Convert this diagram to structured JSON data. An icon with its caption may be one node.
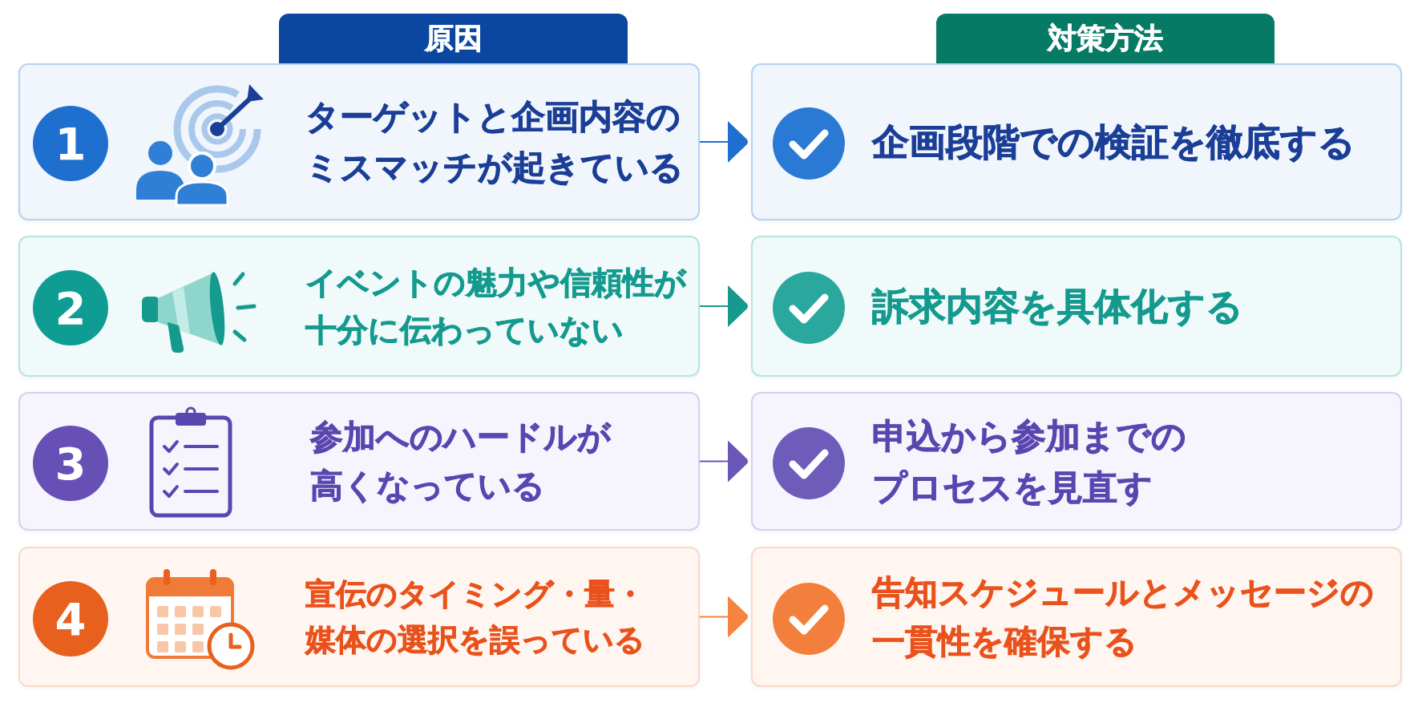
{
  "diagram": {
    "nodes": [
      {
        "text": [
          "原因"
        ]
      },
      {
        "text": [
          "対策方法"
        ]
      },
      {
        "text": [
          "ターゲットと企画内容のミスマッチが起きている"
        ]
      },
      {
        "text": [
          "1"
        ],
        "in": 2
      },
      {
        "text": [
          "企画段階での検証を徹底する"
        ]
      },
      {
        "text": [
          "イベントの魅力や信頼性が十分に伝わっていない"
        ]
      },
      {
        "text": [
          "2"
        ],
        "in": 5
      },
      {
        "text": [
          "訴求内容を具体化する"
        ]
      },
      {
        "text": [
          "参加へのハードルが高くなっている"
        ]
      },
      {
        "text": [
          "3"
        ],
        "in": 8
      },
      {
        "text": [
          "申込から参加までのプロセスを見直す"
        ]
      },
      {
        "text": [
          "宣伝のタイミング・量・媒体の選択を誤っている"
        ]
      },
      {
        "text": [
          "4"
        ],
        "in": 11
      },
      {
        "text": [
          "告知スケジュールとメッセージの一貫性を確保する"
        ]
      }
    ],
    "edges": [
      {
        "from": 2,
        "to": 4,
        "arrow": "to",
        "color": "#1e6fd0"
      },
      {
        "from": 5,
        "to": 7,
        "arrow": "to",
        "color": "#16998f"
      },
      {
        "from": 8,
        "to": 10,
        "arrow": "to",
        "color": "#6b57b8"
      },
      {
        "from": 11,
        "to": 13,
        "arrow": "to",
        "color": "#f5843f"
      }
    ]
  }
}
